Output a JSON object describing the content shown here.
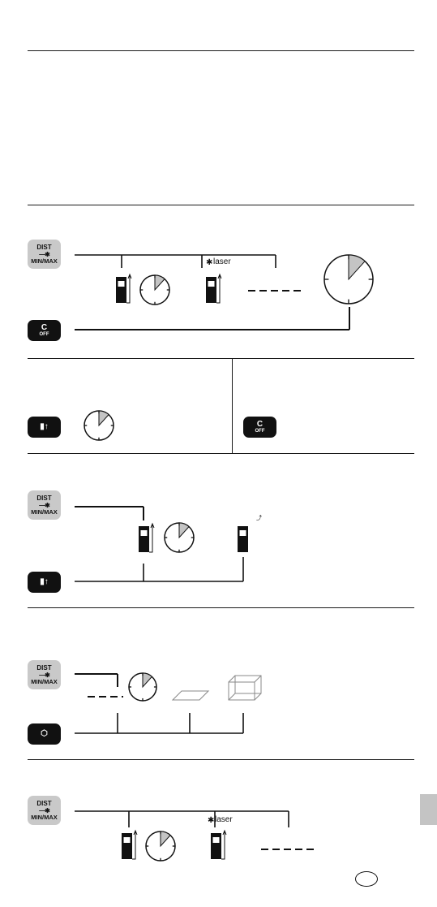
{
  "keys": {
    "dist": {
      "line1": "DIST",
      "line2": "MIN/MAX"
    },
    "clear": {
      "line1": "C",
      "line2": "OFF"
    }
  },
  "labels": {
    "laser": "laser"
  },
  "icons": {
    "dist_key_symbol": "laser-arrow-icon",
    "device_icon": "device-top-reference-icon",
    "volume_icon": "cube-volume-icon",
    "timer_icon": "clock-timer-icon",
    "area_icon": "area-parallelogram-icon",
    "volume_result_icon": "box-volume-icon"
  },
  "badge": {
    "text": ""
  },
  "colors": {
    "rule": "#1a1a1a",
    "key_grey": "#c9c9c9",
    "key_black": "#111111",
    "tab_grey": "#c4c4c4",
    "clock_fill": "#c4c4c4"
  }
}
